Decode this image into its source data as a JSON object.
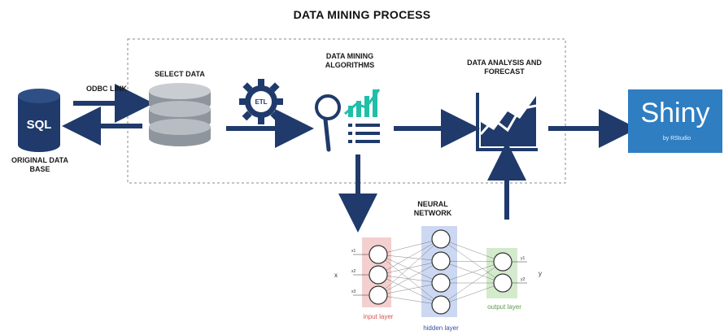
{
  "title": "DATA MINING PROCESS",
  "sql": {
    "icon_label": "SQL",
    "caption_line1": "ORIGINAL DATA",
    "caption_line2": "BASE"
  },
  "odbc_label": "ODBC LINK",
  "select_data_label": "SELECT DATA",
  "etl_label": "ETL",
  "algorithms_line1": "DATA MINING",
  "algorithms_line2": "ALGORITHMS",
  "analysis_line1": "DATA ANALYSIS AND",
  "analysis_line2": "FORECAST",
  "shiny": {
    "name": "Shiny",
    "tagline": "by RStudio",
    "color": "#2f7ec2"
  },
  "neural": {
    "title_line1": "NEURAL",
    "title_line2": "NETWORK",
    "input_var": "x",
    "output_var": "y",
    "input_layer_label": "input layer",
    "hidden_layer_label": "hidden layer",
    "output_layer_label": "output layer",
    "input_nodes": [
      "x1",
      "x2",
      "x3"
    ],
    "output_nodes": [
      "y1",
      "y2"
    ],
    "colors": {
      "input": "#f2c7c7",
      "hidden": "#c7d3f0",
      "output": "#cfe8c8"
    }
  },
  "colors": {
    "navy": "#1f3a6b",
    "teal": "#1fbfa8",
    "dashed": "#888888"
  }
}
